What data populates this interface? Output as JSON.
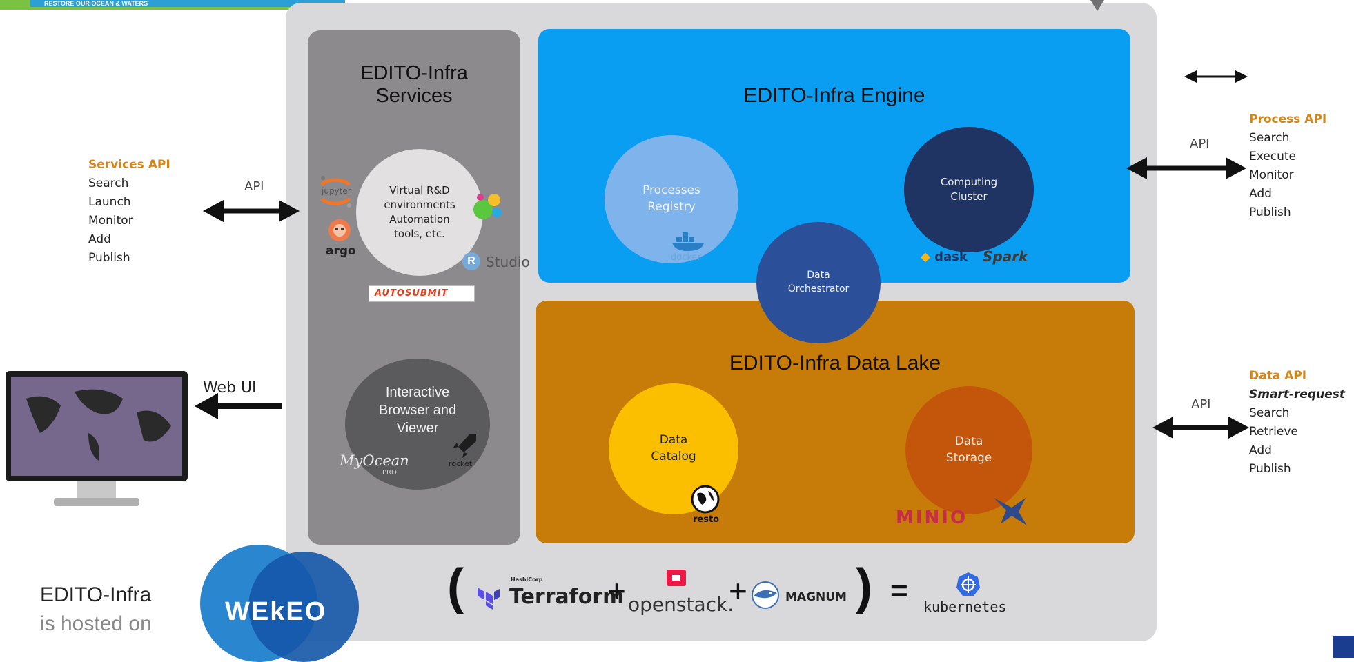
{
  "top_banner": {
    "text": "RESTORE OUR OCEAN & WATERS"
  },
  "services_panel": {
    "title_line1": "EDITO-Infra",
    "title_line2": "Services",
    "env_circle": [
      "Virtual R&D",
      "environments",
      "Automation",
      "tools, etc."
    ],
    "browser_circle": [
      "Interactive",
      "Browser and",
      "Viewer"
    ]
  },
  "engine_panel": {
    "title": "EDITO-Infra Engine",
    "registry": [
      "Processes",
      "Registry"
    ],
    "cluster": [
      "Computing",
      "Cluster"
    ]
  },
  "orchestrator": [
    "Data",
    "Orchestrator"
  ],
  "lake_panel": {
    "title": "EDITO-Infra Data Lake",
    "catalog": [
      "Data",
      "Catalog"
    ],
    "storage": [
      "Data",
      "Storage"
    ]
  },
  "logos": {
    "jupyter": "jupyter",
    "argo": "argo",
    "rstudio_r": "R",
    "rstudio": "Studio",
    "autosubmit": "AUTOSUBMIT",
    "docker": "docker",
    "dask": "dask",
    "spark": "Spark",
    "myocean": "MyOcean",
    "myocean_pro": "PRO",
    "rocket": "rocket",
    "resto": "resto",
    "minio": "MINIO",
    "hashicorp": "HashiCorp",
    "terraform": "Terraform",
    "openstack": "openstack.",
    "magnum": "MAGNUM",
    "kubernetes": "kubernetes"
  },
  "equation": {
    "paren_open": "(",
    "plus1": "+",
    "plus2": "+",
    "paren_close": ")",
    "equals": "="
  },
  "services_api": {
    "title": "Services API",
    "items": [
      "Search",
      "Launch",
      "Monitor",
      "Add",
      "Publish"
    ],
    "connector": "API"
  },
  "process_api": {
    "title": "Process API",
    "items": [
      "Search",
      "Execute",
      "Monitor",
      "Add",
      "Publish"
    ],
    "connector": "API"
  },
  "data_api": {
    "title": "Data API",
    "subtitle": "Smart-request",
    "items": [
      "Search",
      "Retrieve",
      "Add",
      "Publish"
    ],
    "connector": "API"
  },
  "web_ui": {
    "label": "Web UI"
  },
  "hosted": {
    "line1": "EDITO-Infra",
    "line2": "is hosted on",
    "logo": "WEkEO"
  },
  "colors": {
    "engine": "#0a9ef2",
    "lake": "#c77c09",
    "services": "#8c8a8d",
    "api_title": "#d4861a",
    "orchestrator": "#2c4f9a"
  }
}
